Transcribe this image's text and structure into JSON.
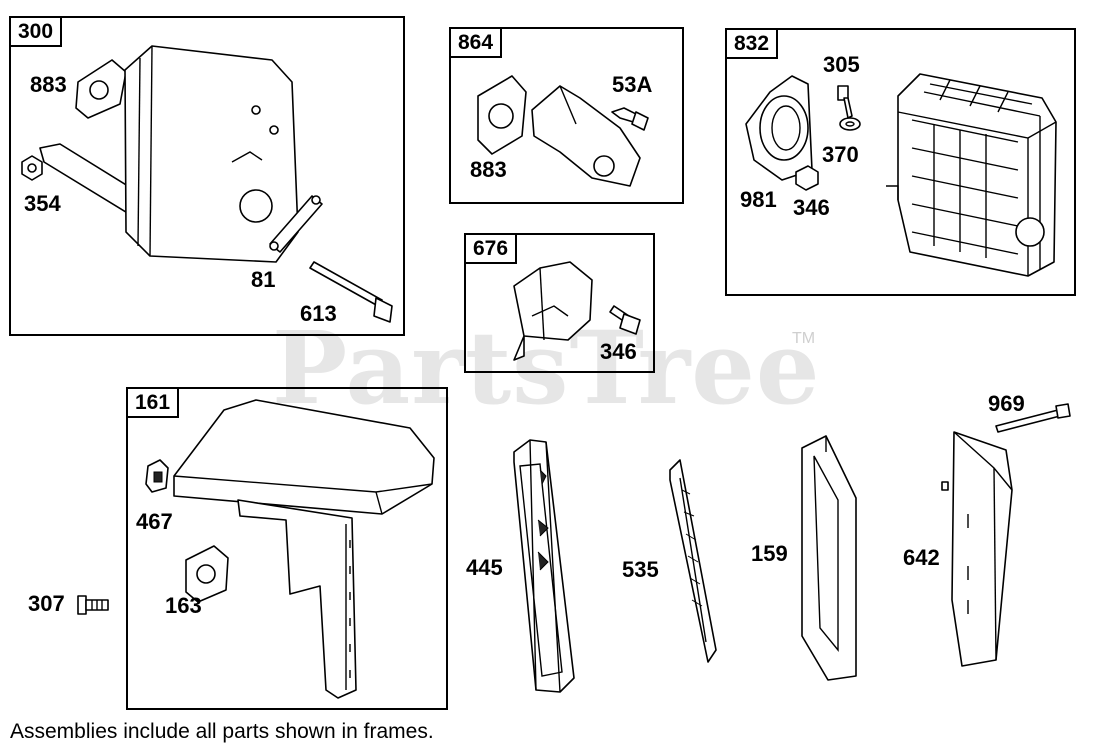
{
  "watermark": {
    "text": "PartsTree",
    "tm": "TM"
  },
  "frames": [
    {
      "id": "300",
      "label": "300"
    },
    {
      "id": "864",
      "label": "864"
    },
    {
      "id": "832",
      "label": "832"
    },
    {
      "id": "676",
      "label": "676"
    },
    {
      "id": "161",
      "label": "161"
    }
  ],
  "callouts": {
    "c300_883": "883",
    "c300_354": "354",
    "c300_81": "81",
    "c300_613": "613",
    "c864_53a": "53A",
    "c864_883": "883",
    "c832_305": "305",
    "c832_370": "370",
    "c832_981": "981",
    "c832_346": "346",
    "c676_346": "346",
    "c161_467": "467",
    "c161_163": "163",
    "c_307": "307",
    "c_445": "445",
    "c_535": "535",
    "c_159": "159",
    "c_969": "969",
    "c_642": "642"
  },
  "footer": {
    "note": "Assemblies include all parts shown in frames."
  }
}
